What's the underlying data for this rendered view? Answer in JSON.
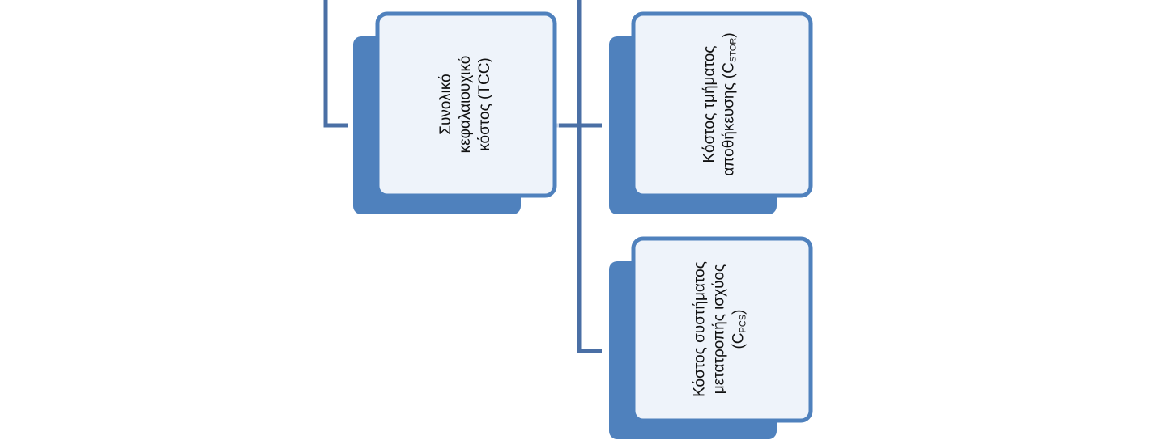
{
  "nodes": {
    "tcc": {
      "lines": [
        "Συνολικό",
        "κεφαλαιουχικό",
        "κόστος (TCC)"
      ]
    },
    "stor": {
      "line1": "Κόστος τμήματος",
      "line2_main": "αποθήκευσης (C",
      "line2_sub": "STOR",
      "line2_end": ")"
    },
    "pcs": {
      "line1": "Κόστος συστήματος",
      "line2": "μετατροπής ισχύος",
      "line3_main": "(C",
      "line3_sub": "PCS",
      "line3_end": ")"
    }
  },
  "colors": {
    "connector": "#4a6fa5",
    "shadow_box": "#4f81bd",
    "front_fill": "#eef3fa",
    "front_border": "#4f81bd"
  }
}
